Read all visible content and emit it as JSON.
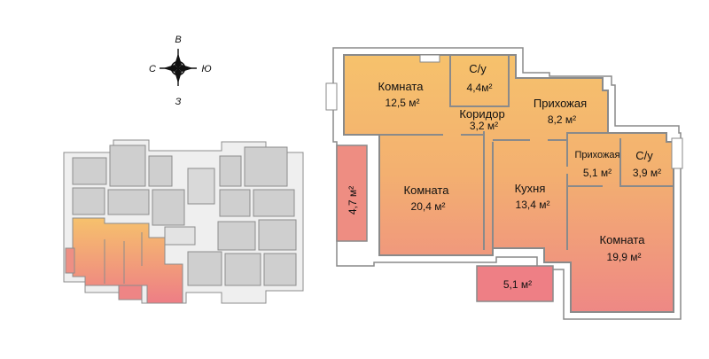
{
  "compass": {
    "north": "В",
    "south": "З",
    "west": "С",
    "east": "Ю"
  },
  "floor_plan": {
    "rooms": [
      {
        "id": "room_a",
        "name": "Комната",
        "area": "12,5 м²"
      },
      {
        "id": "bath_a",
        "name": "С/у",
        "area": "4,4м²"
      },
      {
        "id": "corridor",
        "name": "Коридор",
        "area": "3,2 м²"
      },
      {
        "id": "hall_a",
        "name": "Прихожая",
        "area": "8,2 м²"
      },
      {
        "id": "hall_b",
        "name": "Прихожая",
        "area": "5,1 м²"
      },
      {
        "id": "bath_b",
        "name": "С/у",
        "area": "3,9 м²"
      },
      {
        "id": "balcony_left",
        "name": "",
        "area": "4,7 м²"
      },
      {
        "id": "room_b",
        "name": "Комната",
        "area": "20,4 м²"
      },
      {
        "id": "kitchen",
        "name": "Кухня",
        "area": "13,4 м²"
      },
      {
        "id": "room_c",
        "name": "Комната",
        "area": "19,9 м²"
      },
      {
        "id": "balcony_bottom",
        "name": "",
        "area": "5,1 м²"
      }
    ]
  },
  "colors": {
    "room_top": "#f5c772",
    "room_bottom": "#ef8585",
    "wall": "#7d7d7d",
    "key_plan_grey": "#cfcfcf"
  }
}
